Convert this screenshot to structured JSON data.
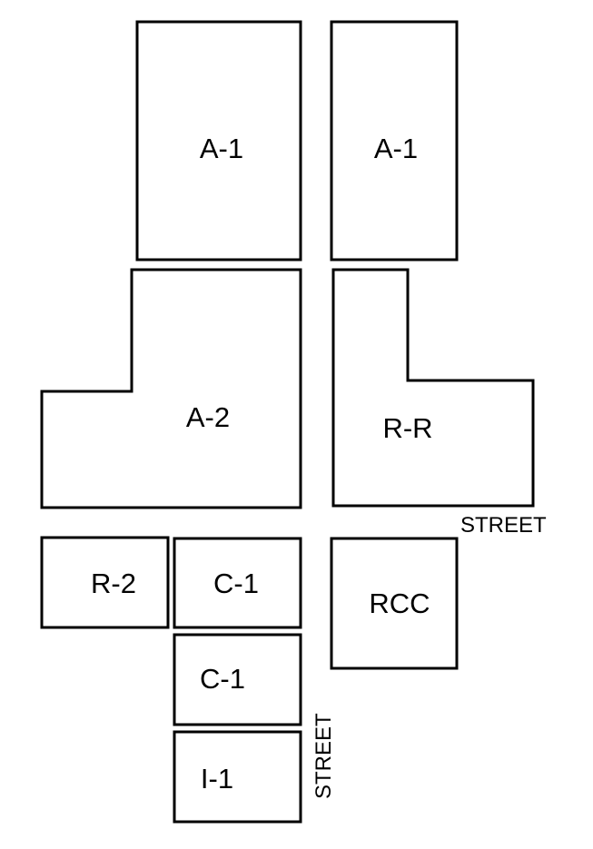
{
  "diagram": {
    "parcels": [
      {
        "id": "a1-left",
        "label": "A-1"
      },
      {
        "id": "a1-right",
        "label": "A-1"
      },
      {
        "id": "a2",
        "label": "A-2"
      },
      {
        "id": "rr",
        "label": "R-R"
      },
      {
        "id": "r2",
        "label": "R-2"
      },
      {
        "id": "c1-top",
        "label": "C-1"
      },
      {
        "id": "c1-bottom",
        "label": "C-1"
      },
      {
        "id": "i1",
        "label": "I-1"
      },
      {
        "id": "rcc",
        "label": "RCC"
      }
    ],
    "streets": [
      {
        "label": "STREET"
      },
      {
        "label": "STREET"
      }
    ],
    "colors": {
      "stroke": "#000000",
      "fill": "#ffffff"
    }
  }
}
